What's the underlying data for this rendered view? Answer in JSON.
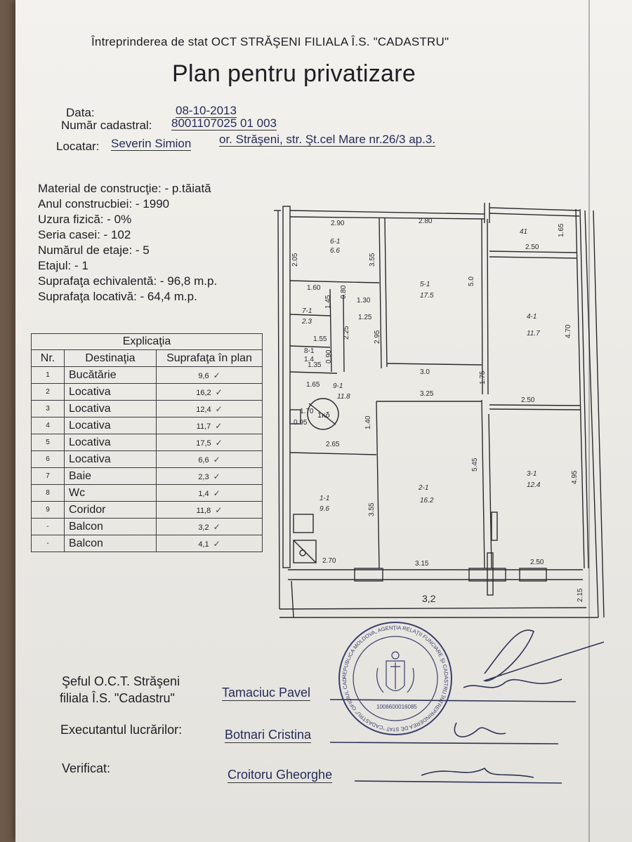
{
  "header": {
    "organization": "Întreprinderea de stat OCT STRĂŞENI FILIALA Î.S. \"CADASTRU\"",
    "title": "Plan pentru privatizare"
  },
  "info": {
    "data_label": "Data:",
    "data_value": "08-10-2013",
    "cadastral_label": "Număr cadastral:",
    "cadastral_value": "8001107025 01 003",
    "locatar_label": "Locatar:",
    "locatar_name": "Severin Simion",
    "address": "or. Străşeni, str. Şt.cel Mare nr.26/3 ap.3."
  },
  "attributes": [
    "Material de construcţie: - p.tăiată",
    "Anul construcbiei: - 1990",
    "Uzura fizică: - 0%",
    "Seria casei: - 102",
    "Numărul de etaje: - 5",
    "Etajul: - 1",
    "Suprafaţa echivalentă: - 96,8 m.p.",
    "Suprafaţa locativă: - 64,4 m.p."
  ],
  "explicatia": {
    "caption": "Explicaţia",
    "headers": [
      "Nr.",
      "Destinaţia",
      "Suprafaţa în plan"
    ],
    "rows": [
      [
        "1",
        "Bucătărie",
        "9,6"
      ],
      [
        "2",
        "Locativa",
        "16,2"
      ],
      [
        "3",
        "Locativa",
        "12,4"
      ],
      [
        "4",
        "Locativa",
        "11,7"
      ],
      [
        "5",
        "Locativa",
        "17,5"
      ],
      [
        "6",
        "Locativa",
        "6,6"
      ],
      [
        "7",
        "Baie",
        "2,3"
      ],
      [
        "8",
        "Wc",
        "1,4"
      ],
      [
        "9",
        "Coridor",
        "11,8"
      ],
      [
        "-",
        "Balcon",
        "3,2"
      ],
      [
        "-",
        "Balcon",
        "4,1"
      ]
    ]
  },
  "plan": {
    "rooms": [
      {
        "id": "6-1",
        "area": "6.6"
      },
      {
        "id": "5-1",
        "area": "17.5"
      },
      {
        "id": "4-1",
        "area": "11.7"
      },
      {
        "id": "7-1",
        "area": "2.3"
      },
      {
        "id": "9-1",
        "area": "11.8"
      },
      {
        "id": "1-1",
        "area": "9.6"
      },
      {
        "id": "2-1",
        "area": "16.2"
      },
      {
        "id": "3-1",
        "area": "12.4"
      },
      {
        "id": "41",
        "area": ""
      }
    ],
    "dimensions": {
      "d_290": "2.90",
      "d_280": "2.80",
      "d_250a": "2.50",
      "d_165": "1.65",
      "d_160": "1.60",
      "d_130": "1.30",
      "d_30": "3.0",
      "d_165b": "1.65",
      "d_325": "3.25",
      "d_250b": "2.50",
      "d_265": "2.65",
      "d_270": "2.70",
      "d_315": "3.15",
      "d_250c": "2.50",
      "d_balcony": "3,2",
      "d_205": "2.05",
      "d_355": "3.55",
      "d_50": "5.0",
      "d_470": "4.70",
      "d_295": "2.95",
      "d_225": "2.25",
      "d_145": "1.45",
      "d_140": "1.40",
      "d_545": "5.45",
      "d_355b": "3.55",
      "d_495": "4.95",
      "d_155": "1.55",
      "d_090": "0.90",
      "d_135": "1.35",
      "d_080": "0.80",
      "d_125": "1.25",
      "d_215": "2.15",
      "d_175": "1.75",
      "d_095": "0.95",
      "d_170": "1.70",
      "wc": "8-1",
      "wc_area": "1.4",
      "stove_label": "1ĸδ"
    }
  },
  "signatures": {
    "chief_label_1": "Şeful O.C.T. Străşeni",
    "chief_label_2": "filiala Î.S. \"Cadastru\"",
    "chief_name": "Tamaciuc Pavel",
    "executant_label": "Executantul lucrărilor:",
    "executant_name": "Botnari Cristina",
    "verificat_label": "Verificat:",
    "verificat_name": "Croitoru Gheorghe"
  },
  "stamp": {
    "outer_text": "REPUBLICA MOLDOVA, AGENŢIA RELAŢII FUNCIARE ŞI CADASTRU ÎNTREPRINDEREA DE STAT \"CADASTRU\" OFICIUL CADASTRAL TERITORIAL STRĂŞENI FILIALA",
    "code": "1006600016085"
  },
  "colors": {
    "paper": "#efeeea",
    "ink": "#1e1e24",
    "pen_ink": "#262b58",
    "background": "#6e5a4a"
  }
}
